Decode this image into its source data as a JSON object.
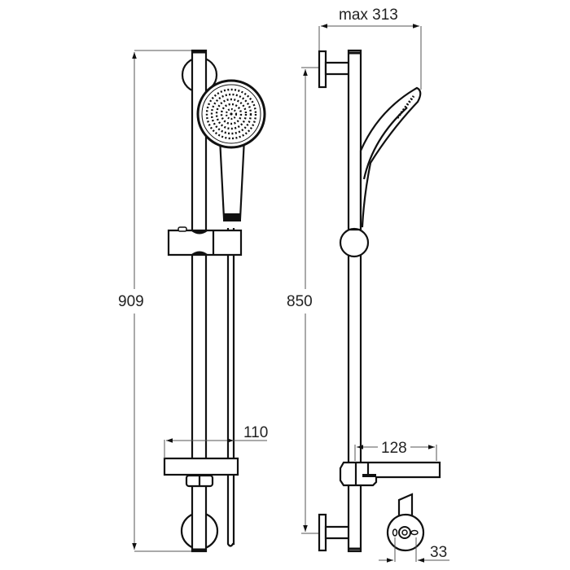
{
  "diagram": {
    "title": "Shower rail set dimension drawing",
    "views": [
      "front-view",
      "side-view",
      "slider-section-detail"
    ],
    "units": "mm",
    "colors": {
      "line": "#111111",
      "dimension_line": "#555555",
      "background": "#ffffff",
      "text": "#222222"
    }
  },
  "dimensions": {
    "overall_height": "909",
    "rail_fixing_distance": "850",
    "max_projection": "max 313",
    "hose_offset": "110",
    "soap_dish_depth": "128",
    "bracket_diameter": "33"
  }
}
